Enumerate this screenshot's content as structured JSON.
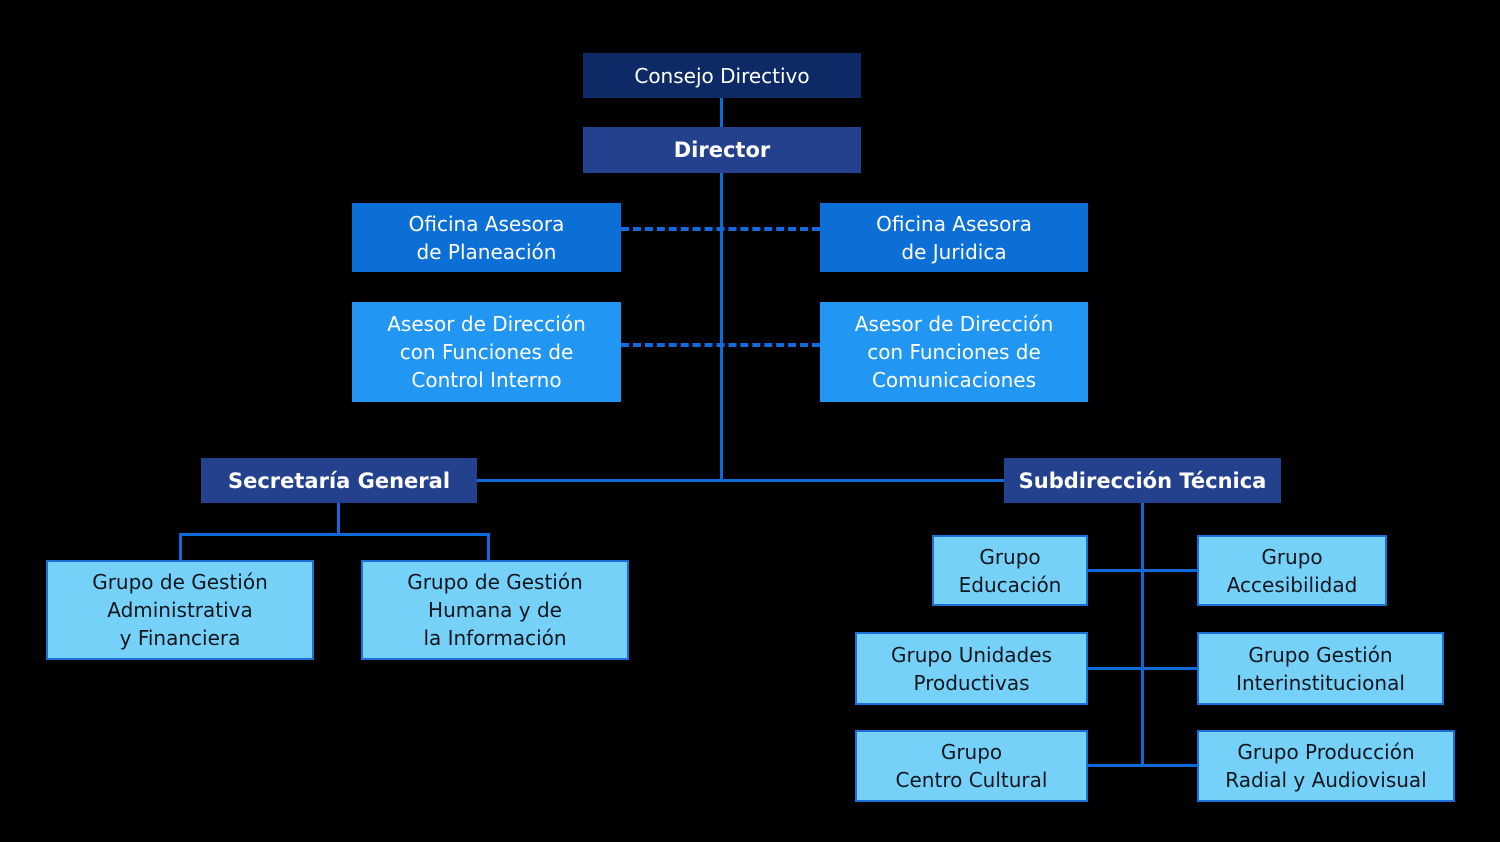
{
  "org": {
    "consejo": {
      "label": "Consejo Directivo"
    },
    "director": {
      "label": "Director"
    },
    "staff": [
      {
        "id": "oficina-asesora-planeacion",
        "lines": [
          "Oficina Asesora",
          "de Planeación"
        ]
      },
      {
        "id": "oficina-asesora-juridica",
        "lines": [
          "Oficina Asesora",
          "de Juridica"
        ]
      },
      {
        "id": "asesor-control-interno",
        "lines": [
          "Asesor de Dirección",
          "con Funciones de",
          "Control Interno"
        ]
      },
      {
        "id": "asesor-comunicaciones",
        "lines": [
          "Asesor de Dirección",
          "con Funciones de",
          "Comunicaciones"
        ]
      }
    ],
    "secretaria": {
      "label": "Secretaría General",
      "groups": [
        {
          "lines": [
            "Grupo de Gestión",
            "Administrativa",
            "y Financiera"
          ]
        },
        {
          "lines": [
            "Grupo de Gestión",
            "Humana y de",
            "la Información"
          ]
        }
      ]
    },
    "subdireccion": {
      "label": "Subdirección Técnica",
      "groups": [
        {
          "lines": [
            "Grupo",
            "Educación"
          ]
        },
        {
          "lines": [
            "Grupo",
            "Accesibilidad"
          ]
        },
        {
          "lines": [
            "Grupo Unidades",
            "Productivas"
          ]
        },
        {
          "lines": [
            "Grupo Gestión",
            "Interinstitucional"
          ]
        },
        {
          "lines": [
            "Grupo",
            "Centro Cultural"
          ]
        },
        {
          "lines": [
            "Grupo Producción",
            "Radial y Audiovisual"
          ]
        }
      ]
    }
  },
  "colors": {
    "background": "#000000",
    "navy_box": "#0d2a66",
    "royal_box": "#24418e",
    "azure_box": "#0b6fd6",
    "bright_blue_box": "#2196f3",
    "light_blue_box": "#76d1f8",
    "group_border": "#1b6fd6",
    "connector_line": "#0f6ad9",
    "text_light": "#ffffff",
    "text_dark": "#10161e"
  }
}
